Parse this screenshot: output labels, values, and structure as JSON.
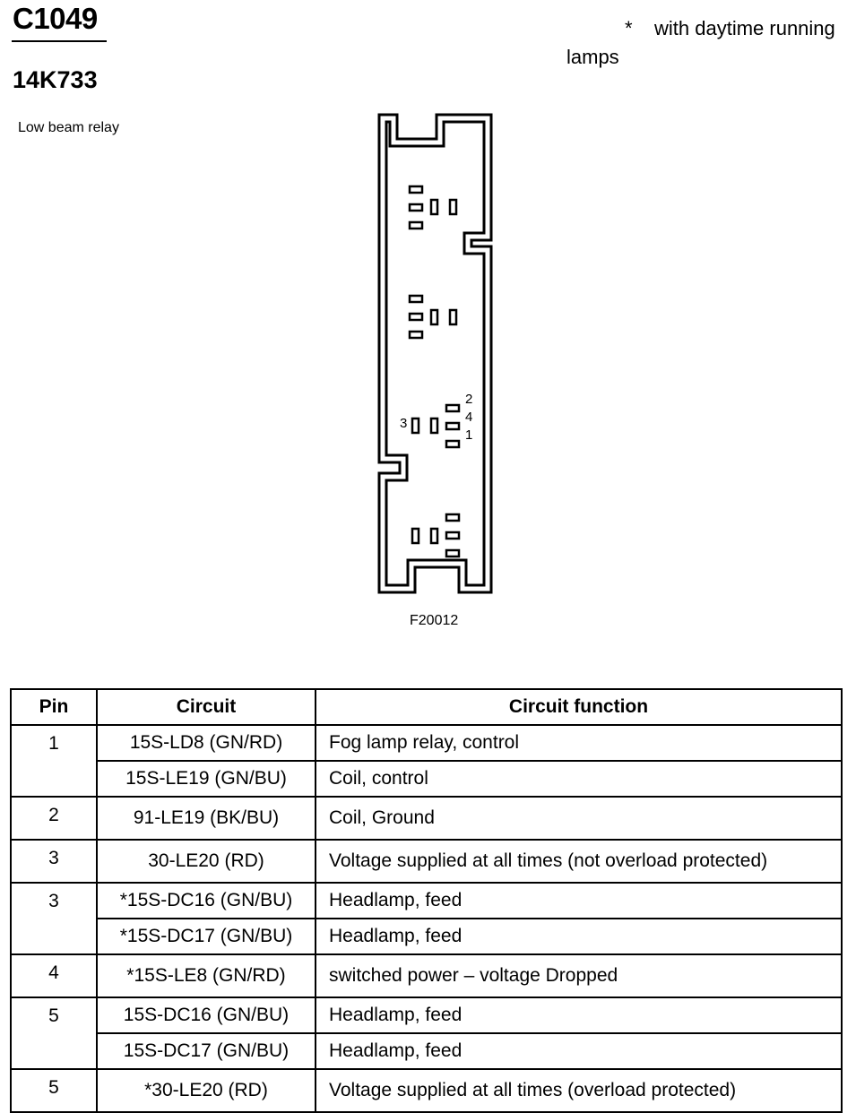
{
  "header": {
    "connector_id": "C1049",
    "part_number": "14K733",
    "component_name": "Low beam relay",
    "note_star": "*",
    "note_text_line1": "with daytime running",
    "note_text_line2": "lamps"
  },
  "diagram": {
    "figure_code": "F20012",
    "pin_labels": [
      "2",
      "4",
      "1",
      "3"
    ]
  },
  "table": {
    "headers": [
      "Pin",
      "Circuit",
      "Circuit function"
    ],
    "rows": [
      {
        "pin": "1",
        "circuit": "15S-LD8 (GN/RD)",
        "function": "Fog lamp relay, control"
      },
      {
        "pin": "",
        "circuit": "15S-LE19 (GN/BU)",
        "function": "Coil, control"
      },
      {
        "pin": "2",
        "circuit": "91-LE19 (BK/BU)",
        "function": "Coil, Ground"
      },
      {
        "pin": "3",
        "circuit": "30-LE20 (RD)",
        "function": "Voltage supplied at all times (not overload protected)"
      },
      {
        "pin": "3",
        "circuit": "*15S-DC16 (GN/BU)",
        "function": "Headlamp, feed"
      },
      {
        "pin": "",
        "circuit": "*15S-DC17 (GN/BU)",
        "function": "Headlamp, feed"
      },
      {
        "pin": "4",
        "circuit": "*15S-LE8 (GN/RD)",
        "function": "switched power – voltage Dropped"
      },
      {
        "pin": "5",
        "circuit": "15S-DC16 (GN/BU)",
        "function": "Headlamp, feed"
      },
      {
        "pin": "",
        "circuit": "15S-DC17 (GN/BU)",
        "function": "Headlamp, feed"
      },
      {
        "pin": "5",
        "circuit": "*30-LE20 (RD)",
        "function": "Voltage supplied at all times (overload protected)"
      }
    ]
  }
}
